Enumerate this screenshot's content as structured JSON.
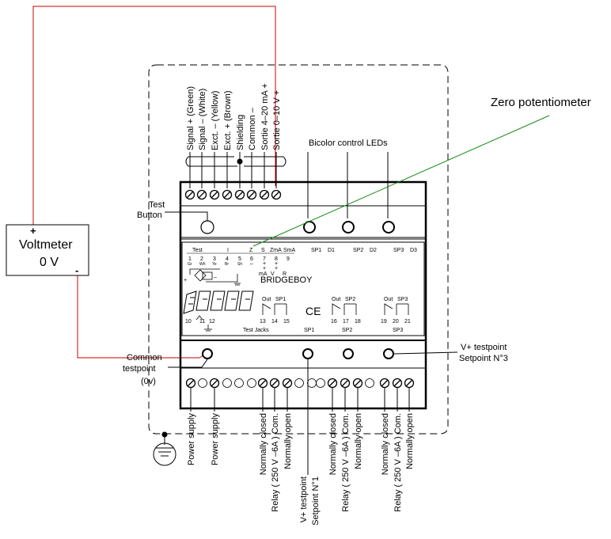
{
  "colors": {
    "red_wire": "#cc0000",
    "green_line": "#1a8a1a",
    "black": "#000000"
  },
  "voltmeter": {
    "title": "Voltmeter",
    "reading": "0 V",
    "plus": "+",
    "minus": "-"
  },
  "callouts": {
    "zero_pot": "Zero potentiometer",
    "bicolor_leds": "Bicolor control LEDs",
    "test_button": [
      "Test",
      "Button"
    ],
    "common_tp": [
      "Common",
      "testpoint",
      "(0v)"
    ],
    "vplus_tp3": [
      "V+ testpoint",
      "Setpoint N°3"
    ]
  },
  "top_terminals": [
    "Signal + (Green)",
    "Signal – (White)",
    "Exct. – (Yellow)",
    "Exct. + (Brown)",
    "Shielding",
    "Common –",
    "Sortie 4–20 mA +",
    "Sortie 0–10 V +"
  ],
  "bottom_terminals": {
    "power": [
      "Power supply",
      "Power supply"
    ],
    "relay1": [
      "Normally closed",
      "Relay ( 250 V –6A ) Com.",
      "Normally open"
    ],
    "sp1_tp": [
      "V+ testpoint",
      "Setpoint N°1"
    ],
    "relay2": [
      "Normally closed",
      "Relay ( 250 V –6A ) Com.",
      "Normally open"
    ],
    "relay3": [
      "Normally closed",
      "Relay ( 250 V –6A ) Com.",
      "Normally open"
    ]
  },
  "panel": {
    "brand": "BRIDGEBOY",
    "ce": "CE",
    "test_jacks": "Test Jacks",
    "header": [
      "Test",
      "I",
      "Z",
      "S",
      "ZmA",
      "SmA",
      "SP1",
      "D1",
      "SP2",
      "D2",
      "SP3",
      "D3"
    ],
    "pin_numbers_top": [
      "1",
      "2",
      "3",
      "4",
      "5",
      "6",
      "7",
      "8",
      "9"
    ],
    "pin_colors": [
      "Gr",
      "Wh",
      "Ye",
      "Br",
      "Sh"
    ],
    "pin_signs": [
      "–",
      "+",
      "+",
      "–",
      "+",
      "+"
    ],
    "pin_units": [
      "mA",
      "V",
      "R"
    ],
    "plus_minus": [
      "+",
      "–"
    ],
    "pin_numbers_bottom": [
      "10",
      "11",
      "12",
      "13",
      "14",
      "15",
      "16",
      "17",
      "18",
      "19",
      "20",
      "21"
    ],
    "out_labels": [
      "Out",
      "SP1",
      "Out",
      "SP2",
      "Out",
      "SP3"
    ],
    "sp_labels": [
      "SP1",
      "SP2",
      "SP3"
    ]
  }
}
